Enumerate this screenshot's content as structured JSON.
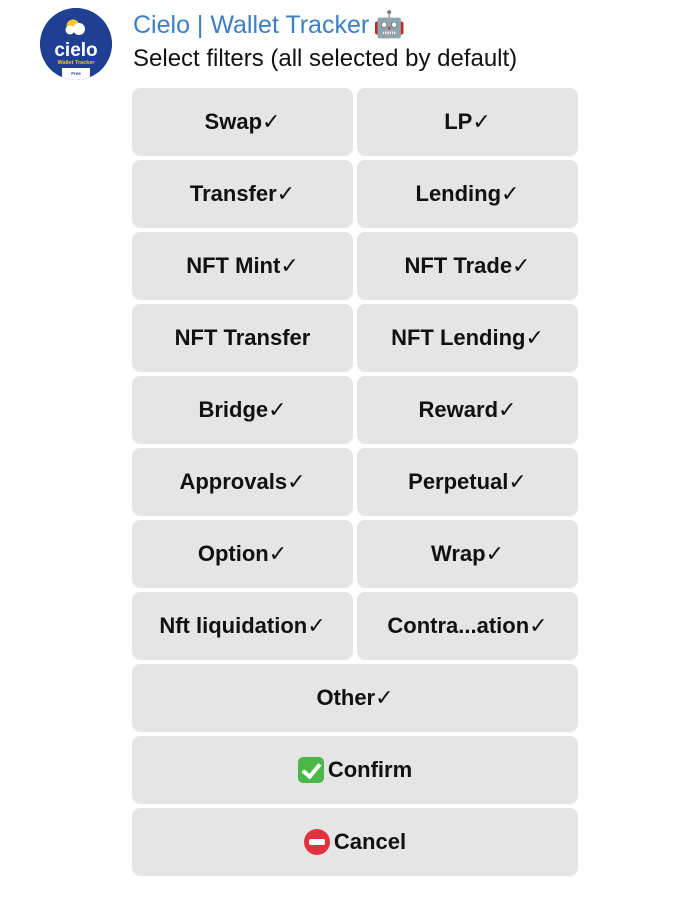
{
  "bot": {
    "name": "Cielo | Wallet Tracker",
    "name_emoji": "🤖",
    "avatar": {
      "logo_text": "cielo",
      "subtitle": "Wallet Tracker",
      "tag": "Free",
      "bg_color": "#1f3f93"
    }
  },
  "message": {
    "text": "Select filters (all selected by default)"
  },
  "keyboard": {
    "filters": [
      {
        "label": "Swap✓",
        "selected": true
      },
      {
        "label": "LP✓",
        "selected": true
      },
      {
        "label": "Transfer✓",
        "selected": true
      },
      {
        "label": "Lending✓",
        "selected": true
      },
      {
        "label": "NFT Mint✓",
        "selected": true
      },
      {
        "label": "NFT Trade✓",
        "selected": true
      },
      {
        "label": "NFT Transfer",
        "selected": false
      },
      {
        "label": "NFT Lending✓",
        "selected": true
      },
      {
        "label": "Bridge✓",
        "selected": true
      },
      {
        "label": "Reward✓",
        "selected": true
      },
      {
        "label": "Approvals✓",
        "selected": true
      },
      {
        "label": "Perpetual✓",
        "selected": true
      },
      {
        "label": "Option✓",
        "selected": true
      },
      {
        "label": "Wrap✓",
        "selected": true
      },
      {
        "label": "Nft liquidation✓",
        "selected": true
      },
      {
        "label": "Contra...ation✓",
        "selected": true
      },
      {
        "label": "Other✓",
        "selected": true
      }
    ],
    "confirm": {
      "label": "Confirm",
      "icon": "check-mark-button-icon"
    },
    "cancel": {
      "label": "Cancel",
      "icon": "no-entry-icon"
    }
  },
  "colors": {
    "name_color": "#3d7fc4",
    "button_bg": "#e5e5e5",
    "text": "#111111"
  }
}
